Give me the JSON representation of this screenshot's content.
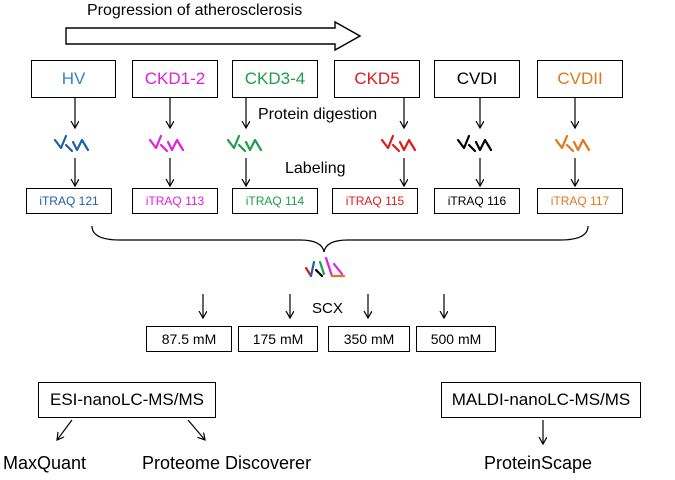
{
  "title": "Progression of atherosclerosis",
  "groups": [
    {
      "label": "HV",
      "color": "#2e86c8"
    },
    {
      "label": "CKD1-2",
      "color": "#e020e0"
    },
    {
      "label": "CKD3-4",
      "color": "#1e9e4a"
    },
    {
      "label": "CKD5",
      "color": "#e01b1b"
    },
    {
      "label": "CVDI",
      "color": "#000000"
    },
    {
      "label": "CVDII",
      "color": "#e07818"
    }
  ],
  "step_digestion": "Protein digestion",
  "step_labeling": "Labeling",
  "itraq": [
    {
      "label": "iTRAQ 121",
      "color": "#1f5fa8"
    },
    {
      "label": "iTRAQ 113",
      "color": "#e020e0"
    },
    {
      "label": "iTRAQ 114",
      "color": "#1e9e4a"
    },
    {
      "label": "iTRAQ 115",
      "color": "#e01b1b"
    },
    {
      "label": "iTRAQ 116",
      "color": "#000000"
    },
    {
      "label": "iTRAQ 117",
      "color": "#e07818"
    }
  ],
  "scx_label": "SCX",
  "fractions": [
    "87.5 mM",
    "175 mM",
    "350 mM",
    "500 mM"
  ],
  "ms_methods": [
    "ESI-nanoLC-MS/MS",
    "MALDI-nanoLC-MS/MS"
  ],
  "software": [
    "MaxQuant",
    "Proteome Discoverer",
    "ProteinScape"
  ]
}
